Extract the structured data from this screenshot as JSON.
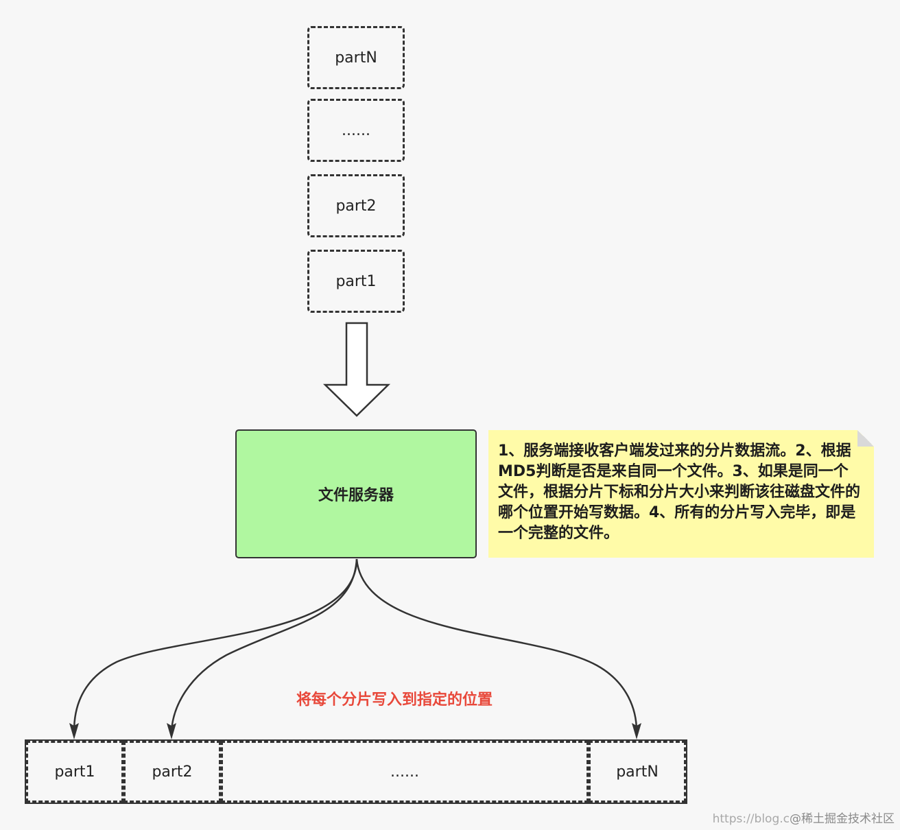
{
  "input_stack": {
    "parts": [
      "partN",
      "......",
      "part2",
      "part1"
    ]
  },
  "server": {
    "label": "文件服务器"
  },
  "note": {
    "text": "1、服务端接收客户端发过来的分片数据流。2、根据MD5判断是否是来自同一个文件。3、如果是同一个文件，根据分片下标和分片大小来判断该往磁盘文件的哪个位置开始写数据。4、所有的分片写入完毕，即是一个完整的文件。"
  },
  "write_label": "将每个分片写入到指定的位置",
  "output_file": {
    "segments": [
      "part1",
      "part2",
      "......",
      "partN"
    ]
  },
  "watermark": {
    "url": "https://blog.c",
    "site": "@稀土掘金技术社区"
  },
  "colors": {
    "server_fill": "#b0f7a0",
    "note_fill": "#fffba8",
    "label_red": "#e8483a"
  }
}
